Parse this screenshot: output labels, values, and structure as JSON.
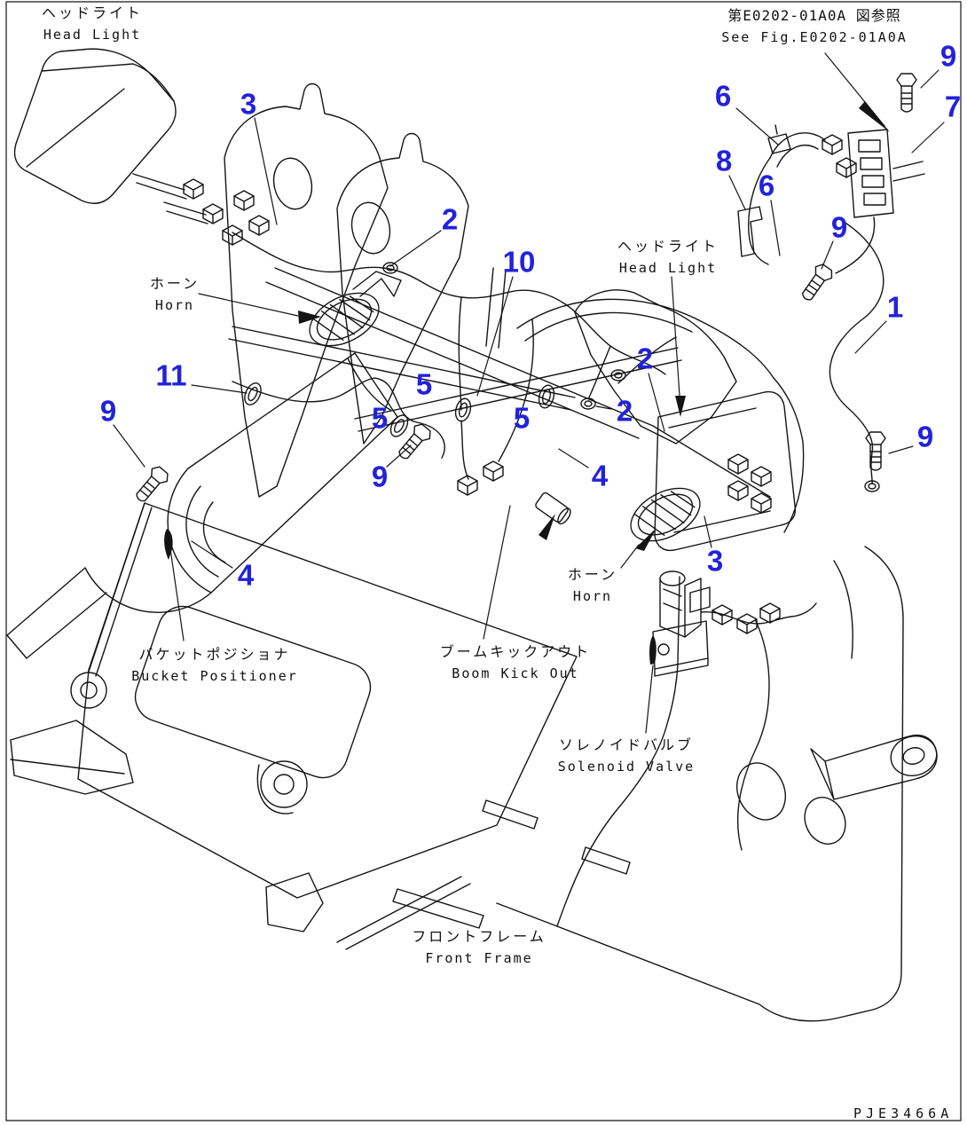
{
  "figure": {
    "type": "parts-diagram",
    "line_color": "#141414",
    "callout_color": "#2222dd",
    "background": "#ffffff",
    "part_code": "PJE3466A"
  },
  "header": {
    "reference_note_jp": "第E0202-01A0A 図参照",
    "reference_note_en": "See Fig.E0202-01A0A"
  },
  "labels": {
    "head_light_left": {
      "jp": "ヘッドライト",
      "en": "Head Light"
    },
    "horn_left": {
      "jp": "ホーン",
      "en": "Horn"
    },
    "head_light_right": {
      "jp": "ヘッドライト",
      "en": "Head Light"
    },
    "bucket_positioner": {
      "jp": "バケットポジショナ",
      "en": "Bucket Positioner"
    },
    "boom_kick_out": {
      "jp": "ブームキックアウト",
      "en": "Boom Kick Out"
    },
    "horn_right": {
      "jp": "ホーン",
      "en": "Horn"
    },
    "solenoid_valve": {
      "jp": "ソレノイドバルブ",
      "en": "Solenoid Valve"
    },
    "front_frame": {
      "jp": "フロントフレーム",
      "en": "Front Frame"
    }
  },
  "callouts": [
    {
      "label": "3"
    },
    {
      "label": "2"
    },
    {
      "label": "10"
    },
    {
      "label": "6"
    },
    {
      "label": "9"
    },
    {
      "label": "7"
    },
    {
      "label": "8"
    },
    {
      "label": "6"
    },
    {
      "label": "9"
    },
    {
      "label": "1"
    },
    {
      "label": "9"
    },
    {
      "label": "11"
    },
    {
      "label": "9"
    },
    {
      "label": "5"
    },
    {
      "label": "5"
    },
    {
      "label": "5"
    },
    {
      "label": "9"
    },
    {
      "label": "2"
    },
    {
      "label": "2"
    },
    {
      "label": "4"
    },
    {
      "label": "4"
    },
    {
      "label": "3"
    }
  ]
}
